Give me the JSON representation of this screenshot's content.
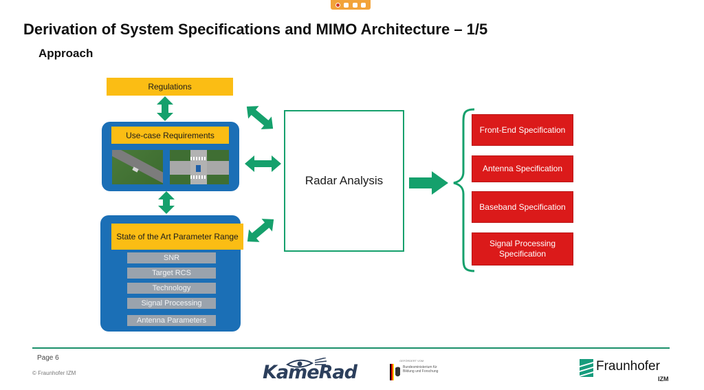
{
  "slide": {
    "title": "Derivation of System Specifications and MIMO Architecture – 1/5",
    "subtitle": "Approach"
  },
  "diagram": {
    "regulations": "Regulations",
    "usecase_title": "Use-case Requirements",
    "state_title": "State of the Art Parameter Range",
    "parameters": [
      "SNR",
      "Target RCS",
      "Technology",
      "Signal Processing",
      "Antenna Parameters"
    ],
    "center_box": "Radar Analysis",
    "specifications": [
      "Front-End Specification",
      "Antenna Specification",
      "Baseband Specification",
      "Signal Processing Specification"
    ],
    "colors": {
      "yellow": "#fbbd14",
      "blue": "#1b6fb6",
      "green": "#15a06c",
      "red": "#db1a1a",
      "grey": "#9aa3ad"
    }
  },
  "footer": {
    "page": "Page 6",
    "copyright": "© Fraunhofer IZM",
    "logo_kamerad": "KameRad",
    "bmbf_small": "GEFÖRDERT VOM",
    "bmbf_text": "Bundesministerium für Bildung und Forschung",
    "logo_fraunhofer": "Fraunhofer",
    "logo_izm": "IZM"
  }
}
